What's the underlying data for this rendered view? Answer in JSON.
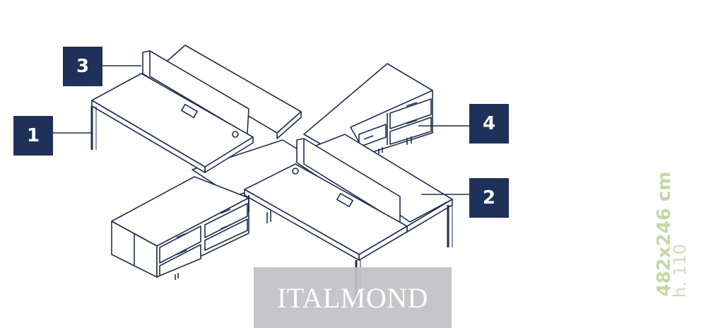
{
  "colors": {
    "line": "#1f2d4f",
    "badge_bg": "#1e3158",
    "badge_text": "#ffffff",
    "dims_size": "#c5d7a6",
    "dims_height": "#cfdcbd",
    "watermark_bg": "#c2c2c4"
  },
  "callouts": [
    {
      "number": "1",
      "part": "desk"
    },
    {
      "number": "2",
      "part": "desk-top"
    },
    {
      "number": "3",
      "part": "screen-panel"
    },
    {
      "number": "4",
      "part": "storage-drawers"
    }
  ],
  "dimensions": {
    "size": "482x246 cm",
    "height": "h. 110"
  },
  "watermark": {
    "text": "ITALMOND"
  }
}
